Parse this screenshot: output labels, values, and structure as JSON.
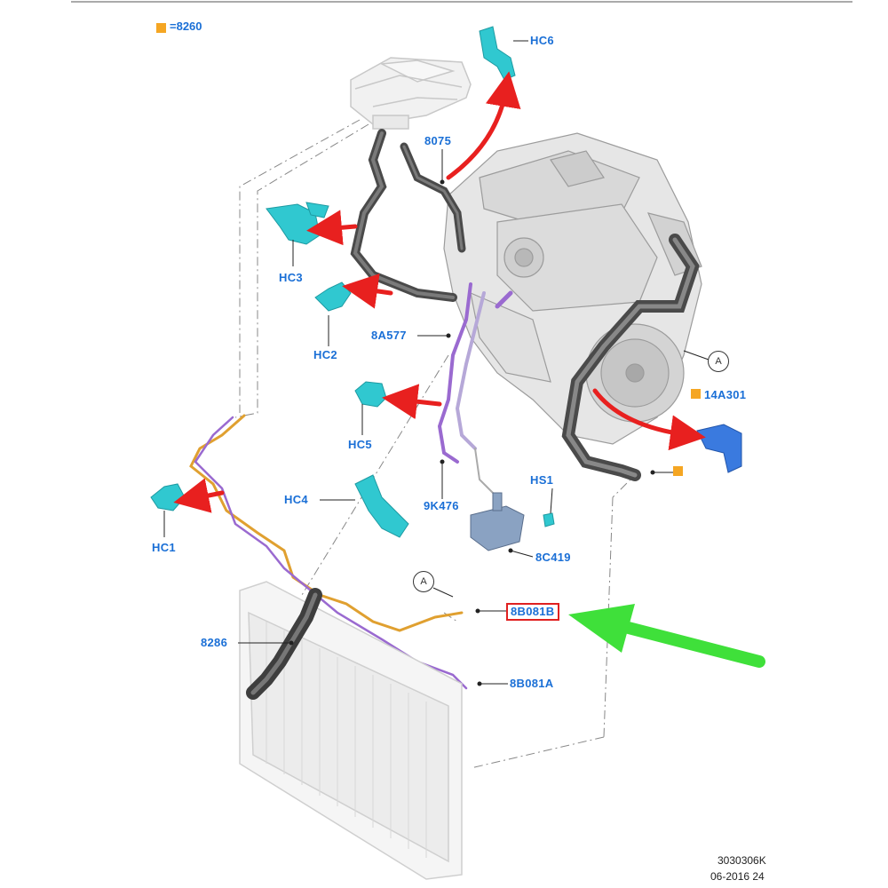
{
  "legend": {
    "code": "8260"
  },
  "labels": {
    "hc6": "HC6",
    "p8075": "8075",
    "hc3": "HC3",
    "hc2": "HC2",
    "p8a577": "8A577",
    "p14a301": "14A301",
    "hc5": "HC5",
    "hs1": "HS1",
    "hc4": "HC4",
    "p9k476": "9K476",
    "hc1": "HC1",
    "p8c419": "8C419",
    "p8b081b": "8B081B",
    "p8286": "8286",
    "p8b081a": "8B081A"
  },
  "markers": {
    "a1": "A",
    "a2": "A"
  },
  "footer": {
    "line1": "3030306K",
    "line2": "06-2016 24"
  },
  "colors": {
    "label": "#1a6fd6",
    "callout_arrow": "#e8201f",
    "pointer_arrow": "#3fe03a",
    "clip": "#30c8d0",
    "hose": "#4a4a4a",
    "purple_line": "#9a6ad0",
    "orange_line": "#e0a030",
    "highlight_box": "#e02020",
    "legend_square": "#f5a623"
  }
}
